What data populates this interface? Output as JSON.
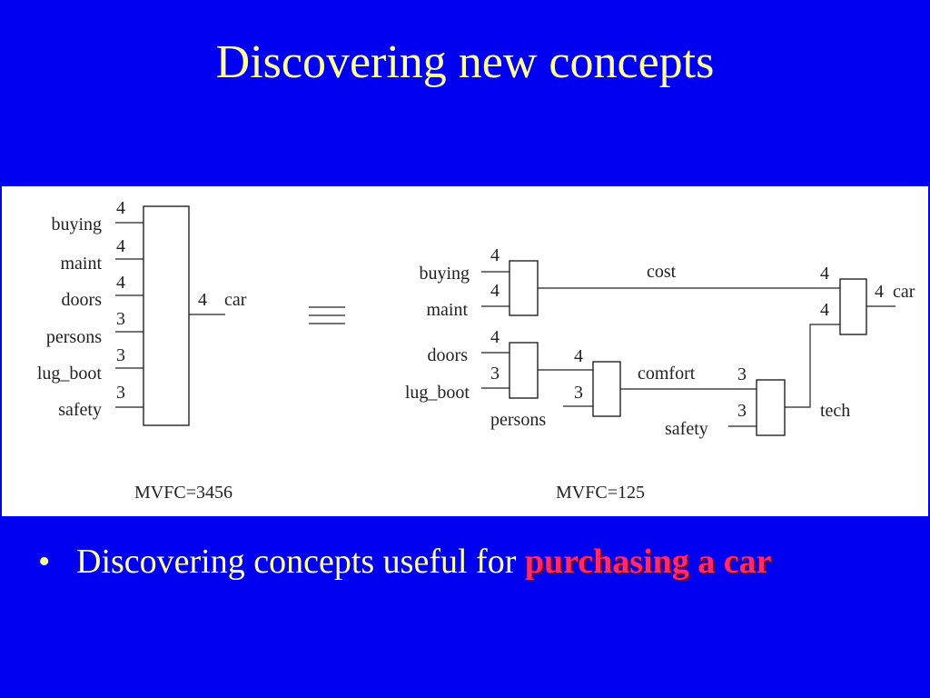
{
  "slide": {
    "title": "Discovering new concepts",
    "bullet": {
      "marker": "•",
      "text": "Discovering concepts useful for ",
      "highlight": "purchasing a car",
      "highlight_color": "#ff2a6a",
      "text_color": "#ffff99"
    },
    "background_color": "#0000f0"
  },
  "diagram": {
    "left": {
      "inputs": [
        {
          "label": "buying",
          "cardinality": "4"
        },
        {
          "label": "maint",
          "cardinality": "4"
        },
        {
          "label": "doors",
          "cardinality": "4"
        },
        {
          "label": "persons",
          "cardinality": "3"
        },
        {
          "label": "lug_boot",
          "cardinality": "3"
        },
        {
          "label": "safety",
          "cardinality": "3"
        }
      ],
      "output": {
        "label": "car",
        "cardinality": "4"
      },
      "caption": "MVFC=3456"
    },
    "equivalence_symbol": "≡",
    "right": {
      "inputs": {
        "buying": {
          "label": "buying",
          "cardinality": "4"
        },
        "maint": {
          "label": "maint",
          "cardinality": "4"
        },
        "doors": {
          "label": "doors",
          "cardinality": "4"
        },
        "lug_boot": {
          "label": "lug_boot",
          "cardinality": "3"
        },
        "persons": {
          "label": "persons"
        },
        "safety": {
          "label": "safety",
          "cardinality": "3"
        }
      },
      "intermediate": {
        "cost": {
          "label": "cost",
          "cardinality": "4"
        },
        "doors_boot": {
          "cardinality": "4"
        },
        "persons_in": {
          "cardinality": "3"
        },
        "comfort": {
          "label": "comfort",
          "cardinality": "3"
        },
        "tech": {
          "label": "tech",
          "cardinality": "4"
        }
      },
      "output": {
        "label": "car",
        "cardinality": "4"
      },
      "caption": "MVFC=125"
    }
  }
}
